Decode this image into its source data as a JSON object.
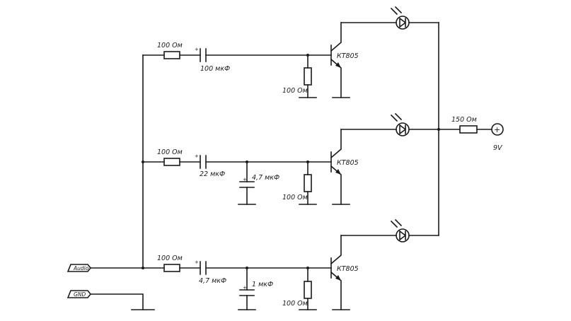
{
  "inputs": {
    "audio": "Audio",
    "gnd": "GND"
  },
  "supply": {
    "label": "9V",
    "symbol": "+"
  },
  "series_resistor": {
    "label": "150 Ом"
  },
  "channels": [
    {
      "r_in": "100 Ом",
      "c_couple": "100 мкФ",
      "c_shunt": "",
      "r_bias": "100 Ом",
      "transistor": "КТ805"
    },
    {
      "r_in": "100 Ом",
      "c_couple": "22 мкФ",
      "c_shunt": "4,7 мкФ",
      "r_bias": "100 Ом",
      "transistor": "КТ805"
    },
    {
      "r_in": "100 Ом",
      "c_couple": "4,7 мкФ",
      "c_shunt": "1 мкФ",
      "r_bias": "100 Ом",
      "transistor": "КТ805"
    }
  ],
  "polarity_mark": "+"
}
